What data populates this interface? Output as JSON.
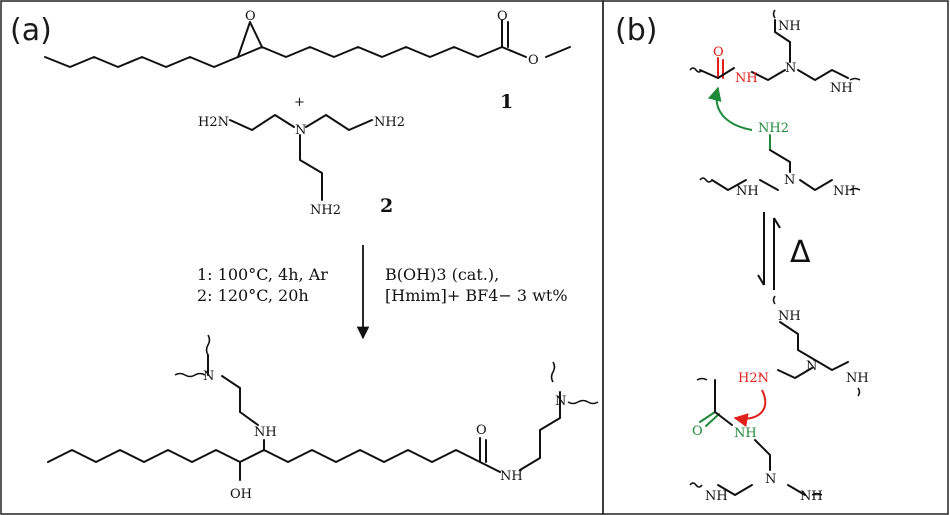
{
  "panels": {
    "a": {
      "label": "(a)"
    },
    "b": {
      "label": "(b)"
    }
  },
  "panel_a": {
    "plus": "+",
    "compound_1": "1",
    "compound_2": "2",
    "nh2": "NH2",
    "nh2_left": "H2N",
    "n": "N",
    "nh": "NH",
    "oh": "OH",
    "o": "O",
    "conditions_left": [
      "1:  100°C, 4h, Ar",
      "2: 120°C, 20h"
    ],
    "conditions_right_line1": "B(OH)3 (cat.),",
    "conditions_right_line2": "[Hmim]+ BF4− 3 wt%"
  },
  "panel_b": {
    "delta": "Δ",
    "n": "N",
    "nh": "NH",
    "nh2": "NH2",
    "h2n": "H2N",
    "o": "O"
  },
  "colors": {
    "red": "#e0201b",
    "green": "#1f8a3a",
    "black": "#111111"
  }
}
